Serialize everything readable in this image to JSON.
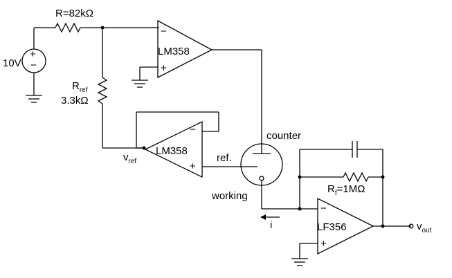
{
  "source": {
    "text": "10V",
    "plus": "+",
    "minus": "−"
  },
  "r_input": {
    "text": "R=82kΩ"
  },
  "r_ref": {
    "name_main": "R",
    "name_sub": "ref",
    "value": "3.3kΩ"
  },
  "opamp_top": {
    "text": "LM358",
    "minus": "−",
    "plus": "+"
  },
  "opamp_mid": {
    "text": "LM358",
    "minus": "−",
    "plus": "+"
  },
  "opamp_out": {
    "text": "LF356",
    "minus": "−",
    "plus": "+"
  },
  "v_ref": {
    "main": "v",
    "sub": "ref"
  },
  "cell": {
    "counter": "counter",
    "ref": "ref.",
    "working": "working"
  },
  "current": {
    "text": "i"
  },
  "r_feedback": {
    "main": "R",
    "sub": "f",
    "value": "=1MΩ"
  },
  "v_out": {
    "main": "v",
    "sub": "out"
  }
}
